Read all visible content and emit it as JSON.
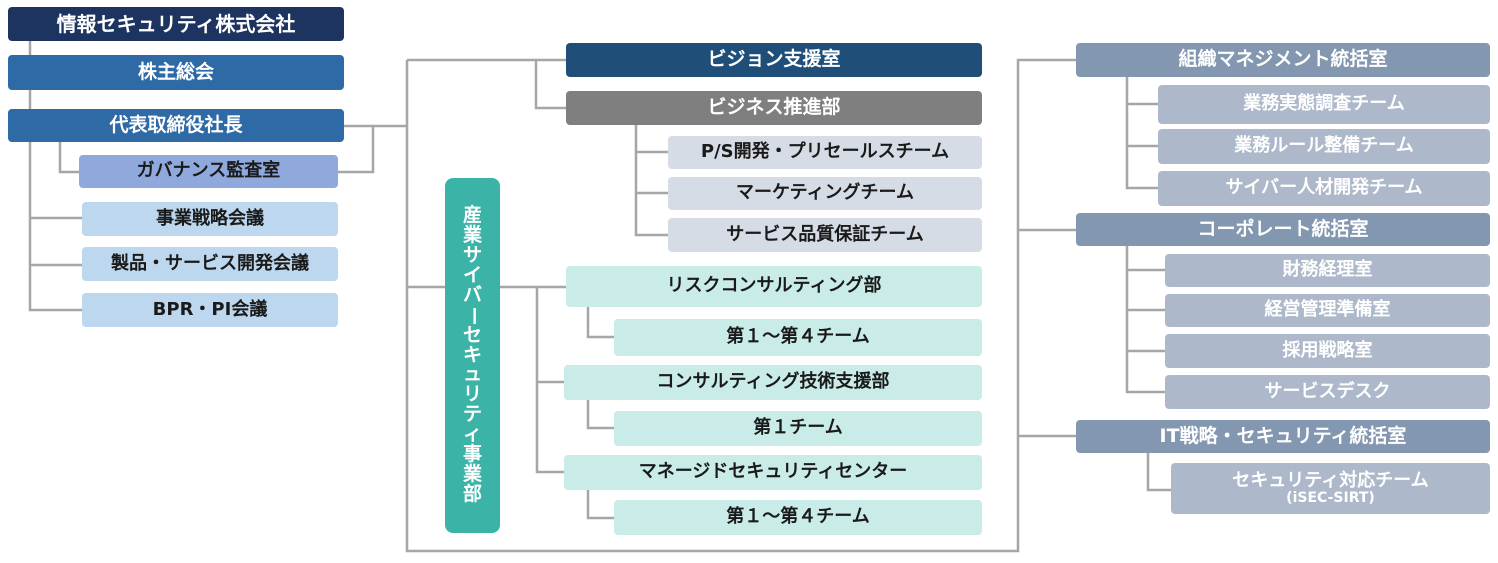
{
  "company": "情報セキュリティ株式会社",
  "shareholders": "株主総会",
  "ceo": "代表取締役社長",
  "governance": "ガバナンス監査室",
  "councils": [
    "事業戦略会議",
    "製品・サービス開発会議",
    "BPR・PI会議"
  ],
  "vision_office": "ビジョン支援室",
  "business_promotion": {
    "name": "ビジネス推進部",
    "teams": [
      "P/S開発・プリセールスチーム",
      "マーケティングチーム",
      "サービス品質保証チーム"
    ]
  },
  "industry_division": "産業サイバーセキュリティ事業部",
  "risk_consulting": {
    "name": "リスクコンサルティング部",
    "team": "第１～第４チーム"
  },
  "tech_support": {
    "name": "コンサルティング技術支援部",
    "team": "第１チーム"
  },
  "msc": {
    "name": "マネージドセキュリティセンター",
    "team": "第１～第４チーム"
  },
  "org_management": {
    "name": "組織マネジメント統括室",
    "teams": [
      "業務実態調査チーム",
      "業務ルール整備チーム",
      "サイバー人材開発チーム"
    ]
  },
  "corporate": {
    "name": "コーポレート統括室",
    "teams": [
      "財務経理室",
      "経営管理準備室",
      "採用戦略室",
      "サービスデスク"
    ]
  },
  "it_strategy": {
    "name": "IT戦略・セキュリティ統括室",
    "team": "セキュリティ対応チーム",
    "team_sub": "(iSEC-SIRT)"
  },
  "colors": {
    "navy": "#1d3461",
    "blue": "#2e6aa6",
    "teal": "#3bb3a7",
    "gray": "#7f7f7f",
    "slate": "#8497b0"
  }
}
